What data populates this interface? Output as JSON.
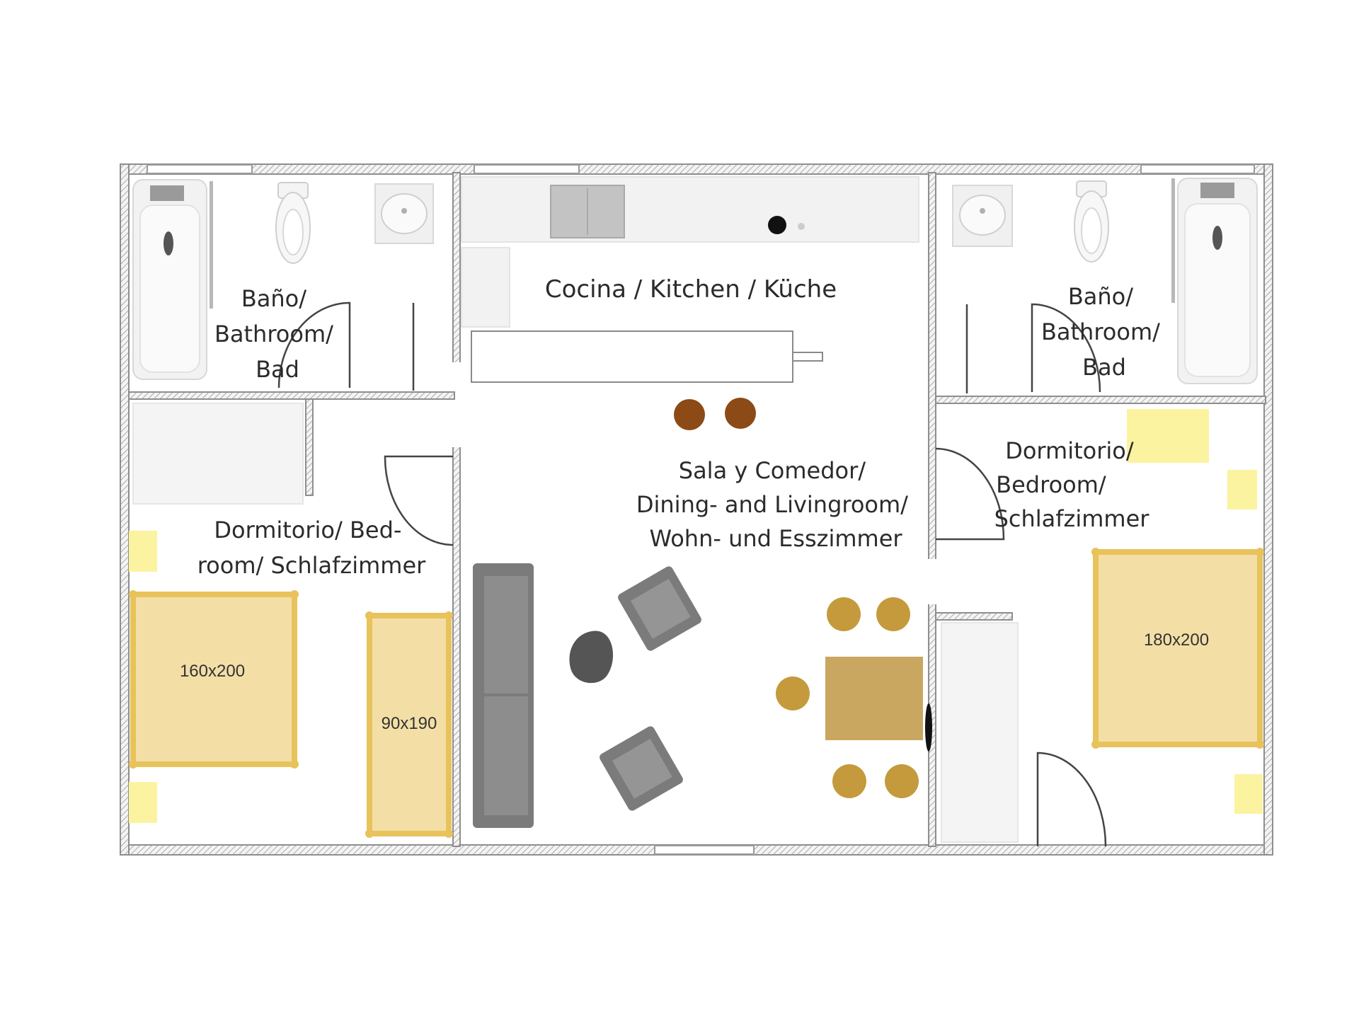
{
  "rooms": {
    "bath_left": {
      "lines": [
        "Baño/",
        "Bathroom/",
        "Bad"
      ]
    },
    "kitchen": {
      "label": "Cocina / Kitchen / Küche"
    },
    "bath_right": {
      "lines": [
        "Baño/",
        "Bathroom/",
        "Bad"
      ]
    },
    "bedroom_left": {
      "lines": [
        "Dormitorio/ Bed-",
        "room/ Schlafzimmer"
      ]
    },
    "living": {
      "lines": [
        "Sala y Comedor/",
        "Dining- and Livingroom/",
        "Wohn- und Esszimmer"
      ]
    },
    "bedroom_right": {
      "lines": [
        "Dormitorio/",
        "Bedroom/",
        "Schlafzimmer"
      ]
    }
  },
  "beds": {
    "double_left": "160x200",
    "single_left": "90x190",
    "double_right": "180x200"
  },
  "colors": {
    "wall": "#9a9a9a",
    "bed_fill": "#f3dfa6",
    "bed_frame": "#e8c25a",
    "lamp": "#fbf3a0",
    "sofa": "#7b7b7b",
    "stool": "#8b4a16",
    "chair": "#c49a3c",
    "table": "#c9a760",
    "fixture": "#ececec"
  }
}
